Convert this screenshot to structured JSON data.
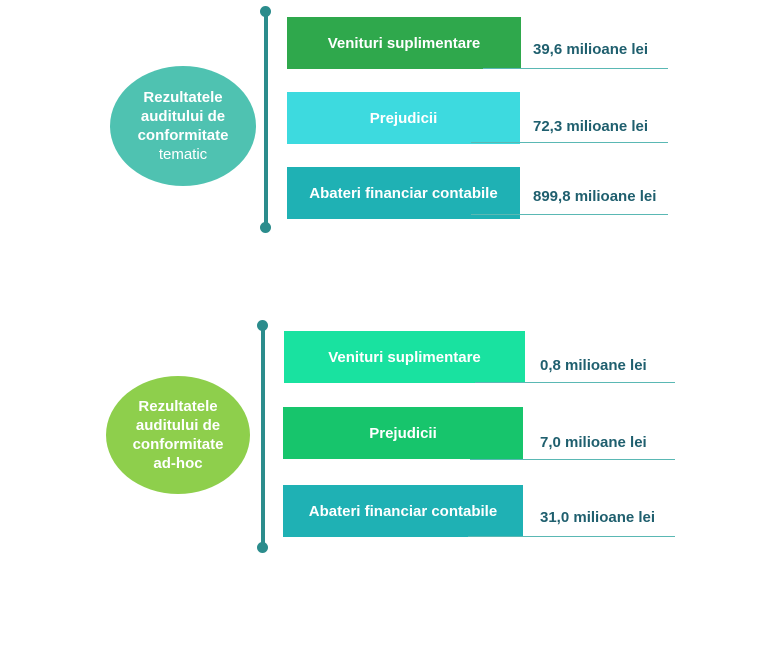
{
  "colors": {
    "connector": "#2b8c8c",
    "value_text": "#1f5f6e"
  },
  "groups": [
    {
      "label_lines": [
        "Rezultatele",
        "auditului de",
        "conformitate",
        "tematic"
      ],
      "ellipse_color": "#4fc2b1",
      "items": [
        {
          "label": "Venituri suplimentare",
          "value": "39,6 milioane lei",
          "color": "#2fa84c"
        },
        {
          "label": "Prejudicii",
          "value": "72,3 milioane lei",
          "color": "#3ddadf"
        },
        {
          "label": "Abateri financiar contabile",
          "value": "899,8 milioane lei",
          "color": "#1fb1b4"
        }
      ]
    },
    {
      "label_lines": [
        "Rezultatele",
        "auditului de",
        "conformitate",
        "ad-hoc"
      ],
      "ellipse_color": "#8ecf4c",
      "items": [
        {
          "label": "Venituri suplimentare",
          "value": "0,8 milioane lei",
          "color": "#19e2a0"
        },
        {
          "label": "Prejudicii",
          "value": "7,0 milioane lei",
          "color": "#17c56c"
        },
        {
          "label": "Abateri financiar contabile",
          "value": "31,0 milioane lei",
          "color": "#1fb1b4"
        }
      ]
    }
  ]
}
